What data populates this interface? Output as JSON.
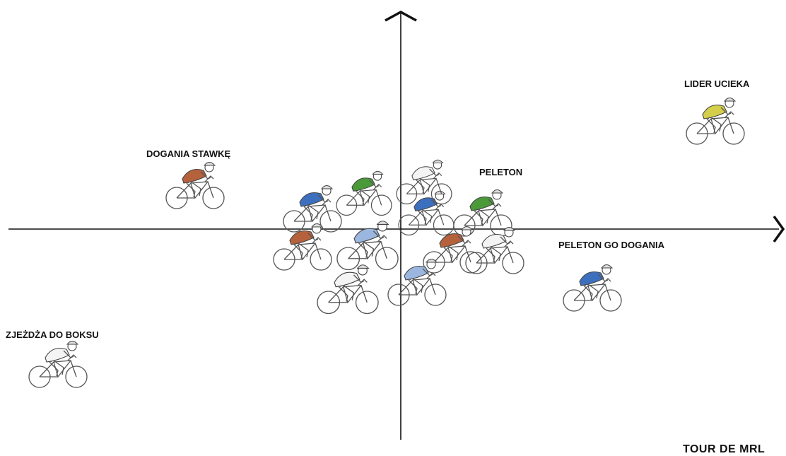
{
  "labels": {
    "leader": "LIDER UCIEKA",
    "catching": "DOGANIA STAWKĘ",
    "peloton": "PELETON",
    "peloton_catching": "PELETON GO DOGANIA",
    "pit": "ZJEŻDŻA DO BOKSU",
    "brand": "TOUR DE MRL"
  },
  "jersey_colors": {
    "orange": "#b5613c",
    "green": "#4a9a3a",
    "blue": "#3d6fbf",
    "yellow": "#d4cf4a",
    "white": "#f4f4f4",
    "light_blue": "#9bb7e0",
    "red_stripe": "#c0503c"
  },
  "cyclists": [
    {
      "group": "leader",
      "jersey": "yellow"
    },
    {
      "group": "catching",
      "jersey": "orange"
    },
    {
      "group": "pit",
      "jersey": "white"
    },
    {
      "group": "peloton_catching",
      "jersey": "blue"
    },
    {
      "group": "peloton",
      "jersey": "blue"
    },
    {
      "group": "peloton",
      "jersey": "green"
    },
    {
      "group": "peloton",
      "jersey": "white"
    },
    {
      "group": "peloton",
      "jersey": "blue"
    },
    {
      "group": "peloton",
      "jersey": "green"
    },
    {
      "group": "peloton",
      "jersey": "orange"
    },
    {
      "group": "peloton",
      "jersey": "light_blue"
    },
    {
      "group": "peloton",
      "jersey": "orange"
    },
    {
      "group": "peloton",
      "jersey": "white"
    },
    {
      "group": "peloton",
      "jersey": "white"
    },
    {
      "group": "peloton",
      "jersey": "light_blue"
    }
  ]
}
